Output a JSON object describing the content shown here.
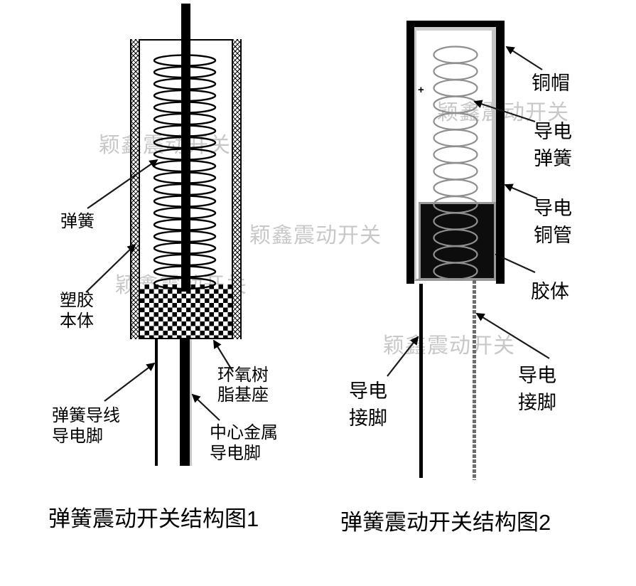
{
  "watermark": "颖鑫震动开关",
  "figure1": {
    "caption": "弹簧震动开关结构图1",
    "labels": {
      "spring": "弹簧",
      "plastic_body": "塑胶\n本体",
      "spring_wire_pin": "弹簧导线\n导电脚",
      "epoxy_base": "环氧树\n脂基座",
      "center_metal_pin": "中心金属\n导电脚"
    }
  },
  "figure2": {
    "caption": "弹簧震动开关结构图2",
    "plus_mark": "+",
    "labels": {
      "copper_cap": "铜帽",
      "conductive_spring": "导电\n弹簧",
      "conductive_copper_tube": "导电\n铜管",
      "colloid": "胶体",
      "conductive_pin_left": "导电\n接脚",
      "conductive_pin_right": "导电\n接脚"
    }
  },
  "colors": {
    "ink": "#000000",
    "spring_gray": "#8f8f8f",
    "watermark_gray": "#c8c8c8"
  }
}
